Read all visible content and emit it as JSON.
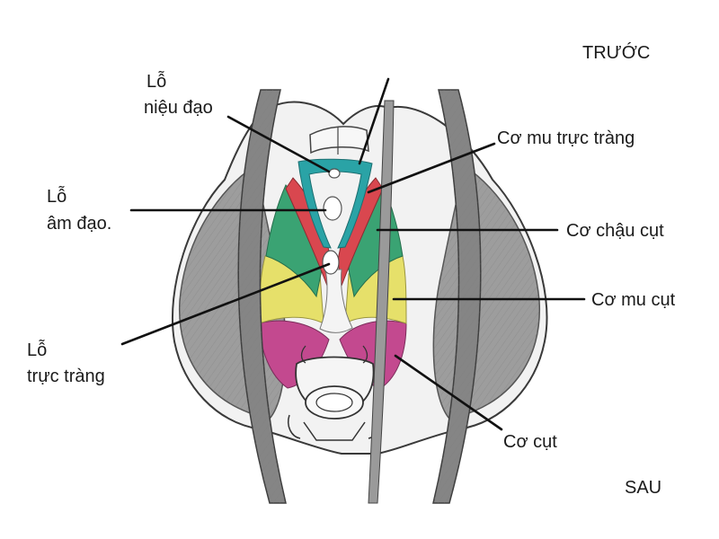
{
  "orientation": {
    "front": "TRƯỚC",
    "back": "SAU"
  },
  "labels": {
    "urethra_line1": "Lỗ",
    "urethra_line2": "niệu đạo",
    "vagina_line1": "Lỗ",
    "vagina_line2": "âm đạo.",
    "rectum_line1": "Lỗ",
    "rectum_line2": "trực tràng",
    "puborectalis": "Cơ mu trực tràng",
    "iliococcygeus": "Cơ chậu cụt",
    "pubococcygeus": "Cơ mu cụt",
    "coccygeus": "Cơ cụt"
  },
  "colors": {
    "bone": "#f2f2f2",
    "obturator_muscle": "#9d9d9d",
    "levator_tendon": "#858585",
    "puborectalis": "#2aa3a6",
    "red_band": "#d9474f",
    "green_band": "#3aa373",
    "pubococcygeus": "#e6e06a",
    "coccygeus": "#c3498f"
  }
}
